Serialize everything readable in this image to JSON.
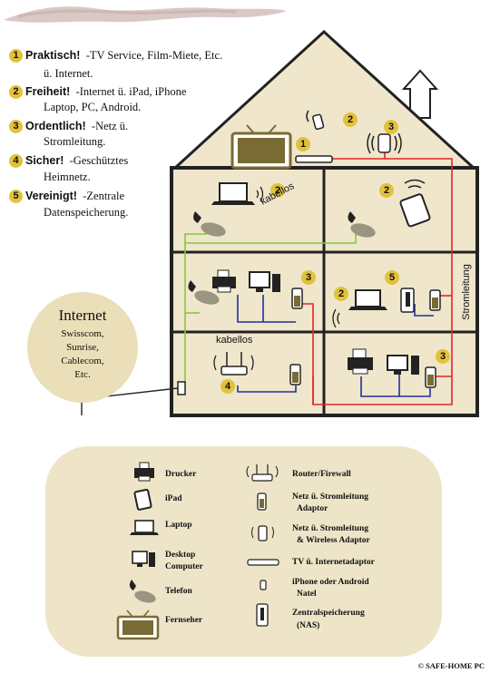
{
  "features": [
    {
      "num": "1",
      "title": "Praktisch!",
      "desc": "-TV Service, Film-Miete, Etc.",
      "cont": "ü. Internet."
    },
    {
      "num": "2",
      "title": "Freiheit!",
      "desc": "-Internet ü. iPad, iPhone",
      "cont": "Laptop, PC, Android."
    },
    {
      "num": "3",
      "title": "Ordentlich!",
      "desc": "-Netz ü.",
      "cont": "Stromleitung."
    },
    {
      "num": "4",
      "title": "Sicher!",
      "desc": "-Geschütztes",
      "cont": "Heimnetz."
    },
    {
      "num": "5",
      "title": "Vereinigt!",
      "desc": "-Zentrale",
      "cont": "Datenspeicherung."
    }
  ],
  "house": {
    "kabellos_upper": "kabellos",
    "kabellos_lower": "kabellos",
    "stromleitung": "Stromleitung",
    "badges": [
      "1",
      "2",
      "3",
      "2",
      "2",
      "3",
      "2",
      "5",
      "4",
      "3"
    ]
  },
  "internet": {
    "title": "Internet",
    "providers": [
      "Swisscom,",
      "Sunrise,",
      "Cablecom,",
      "Etc."
    ]
  },
  "legend": {
    "drucker": "Drucker",
    "ipad": "iPad",
    "laptop": "Laptop",
    "desktop_1": "Desktop",
    "desktop_2": "Computer",
    "telefon": "Telefon",
    "fernseher": "Fernseher",
    "router": "Router/Firewall",
    "netz_1": "Netz ü. Stromleitung",
    "netz_2": "Adaptor",
    "wlan_1": "Netz ü. Stromleitung",
    "wlan_2": "& Wireless Adaptor",
    "tv": "TV ü. Internetadaptor",
    "phone_1": "iPhone oder Android",
    "phone_2": "Natel",
    "nas_1": "Zentralspeicherung",
    "nas_2": "(NAS)"
  },
  "copyright": "© SAFE-HOME PC",
  "colors": {
    "house_fill": "#efe6cb",
    "legend_fill": "#eee5c8",
    "internet_fill": "#eadfb8",
    "badge": "#e2c23a",
    "device": "#7a6a33",
    "red_cable": "#e0262a",
    "green_cable": "#8cc63f",
    "blue_cable": "#1f2fa0"
  }
}
